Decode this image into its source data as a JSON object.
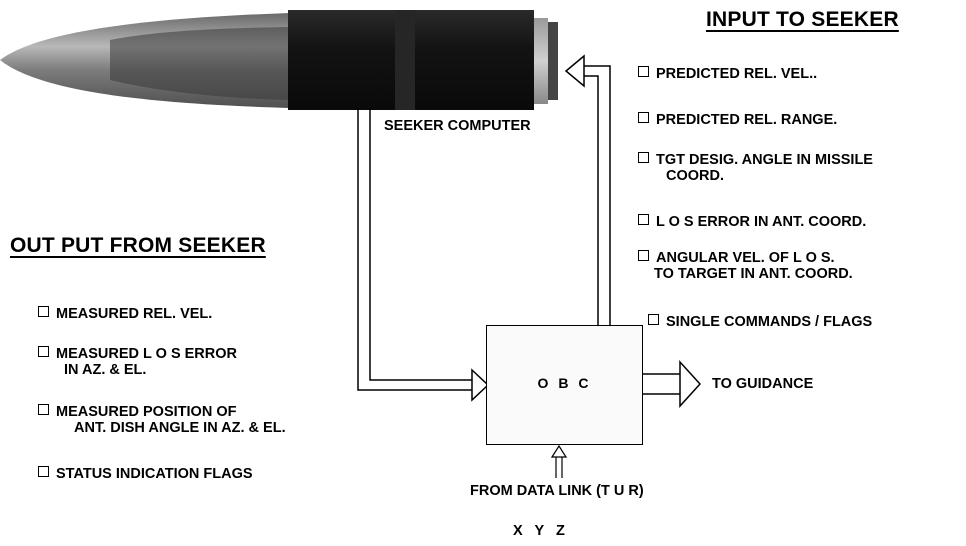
{
  "seeker_label": "SEEKER COMPUTER",
  "input_section": {
    "heading": "INPUT TO SEEKER",
    "items": [
      {
        "line1": "PREDICTED  REL. VEL..",
        "line2": ""
      },
      {
        "line1": "PREDICTED REL. RANGE.",
        "line2": ""
      },
      {
        "line1": "TGT DESIG.  ANGLE IN MISSILE",
        "line2": "COORD."
      },
      {
        "line1": "L O S  ERROR IN ANT. COORD.",
        "line2": ""
      },
      {
        "line1": "ANGULAR  VEL. OF L O S.",
        "line2": "TO TARGET IN ANT. COORD."
      },
      {
        "line1": "SINGLE COMMANDS / FLAGS",
        "line2": ""
      }
    ]
  },
  "output_section": {
    "heading": "OUT PUT FROM SEEKER",
    "items": [
      {
        "line1": "MEASURED REL. VEL.",
        "line2": ""
      },
      {
        "line1": "MEASURED L O S ERROR",
        "line2": "IN  AZ. & EL."
      },
      {
        "line1": "MEASURED POSITION OF",
        "line2": "ANT. DISH ANGLE IN AZ. & EL."
      },
      {
        "line1": "STATUS INDICATION FLAGS",
        "line2": ""
      }
    ]
  },
  "obc_label": "O B C",
  "guidance_label": "TO GUIDANCE",
  "data_link_label": "FROM DATA LINK (T U R)",
  "axes_label": "X   Y   Z",
  "colors": {
    "missile_body": "#1a1a1a",
    "nose": "#8a8a8a",
    "arrow_fill": "#ffffff",
    "stroke": "#000000"
  }
}
